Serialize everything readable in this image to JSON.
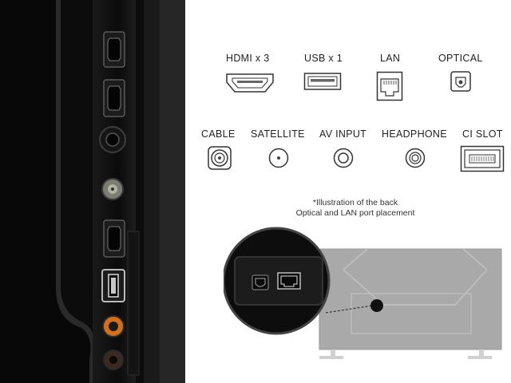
{
  "connectors_row1": [
    {
      "label": "HDMI x 3",
      "icon": "hdmi-port-icon"
    },
    {
      "label": "USB x 1",
      "icon": "usb-port-icon"
    },
    {
      "label": "LAN",
      "icon": "lan-port-icon"
    },
    {
      "label": "OPTICAL",
      "icon": "optical-port-icon"
    }
  ],
  "connectors_row2": [
    {
      "label": "CABLE",
      "icon": "cable-port-icon"
    },
    {
      "label": "SATELLITE",
      "icon": "satellite-port-icon"
    },
    {
      "label": "AV INPUT",
      "icon": "av-input-port-icon"
    },
    {
      "label": "HEADPHONE",
      "icon": "headphone-port-icon"
    },
    {
      "label": "CI SLOT",
      "icon": "ci-slot-icon"
    }
  ],
  "illustration_note": {
    "line1": "*Illustration of the back",
    "line2": "Optical and LAN port placement"
  },
  "colors": {
    "tv_body": "#0d0d0d",
    "tv_back_gray": "#a9a9a9",
    "av_port_orange": "#d4701c"
  }
}
